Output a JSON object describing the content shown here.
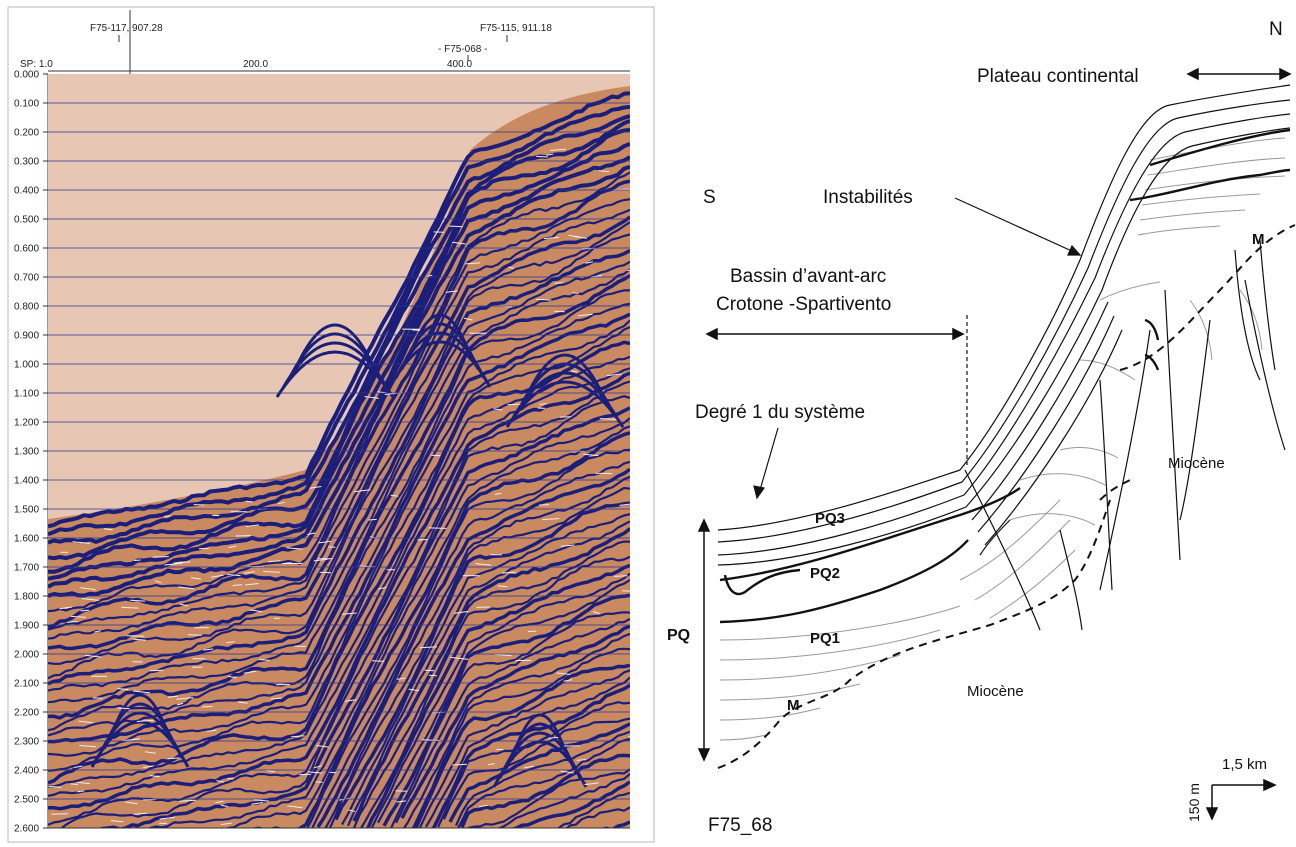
{
  "seismic": {
    "shot_labels": [
      "F75-117, 907.28",
      "F75-115, 911.18",
      "- F75-068 -"
    ],
    "sp_label": "SP: 1.0",
    "sp_ticks": [
      "200.0",
      "400.0"
    ],
    "time_ticks": [
      "0.000",
      "0.100",
      "0.200",
      "0.300",
      "0.400",
      "0.500",
      "0.600",
      "0.700",
      "0.800",
      "0.900",
      "1.000",
      "1.100",
      "1.200",
      "1.300",
      "1.400",
      "1.500",
      "1.600",
      "1.700",
      "1.800",
      "1.900",
      "2.000",
      "2.100",
      "2.200",
      "2.300",
      "2.400",
      "2.500",
      "2.600"
    ],
    "colors": {
      "background": "#e7c7b3",
      "reflector": "#1c1f7a",
      "sediment": "#c98a62"
    }
  },
  "interpretation": {
    "compass_north": "N",
    "compass_south": "S",
    "plateau_label": "Plateau continental",
    "instabilities_label": "Instabilités",
    "basin_label_line1": "Bassin d’avant-arc",
    "basin_label_line2": "Crotone -Spartivento",
    "degree_label": "Degré 1 du système",
    "unit_pq3": "PQ3",
    "unit_pq2": "PQ2",
    "unit_pq1": "PQ1",
    "unit_pq": "PQ",
    "unit_m1": "M",
    "unit_m2": "M",
    "miocene_1": "Miocène",
    "miocene_2": "Miocène",
    "profile_name": "F75_68",
    "scale_horizontal": "1,5 km",
    "scale_vertical": "150 m"
  }
}
